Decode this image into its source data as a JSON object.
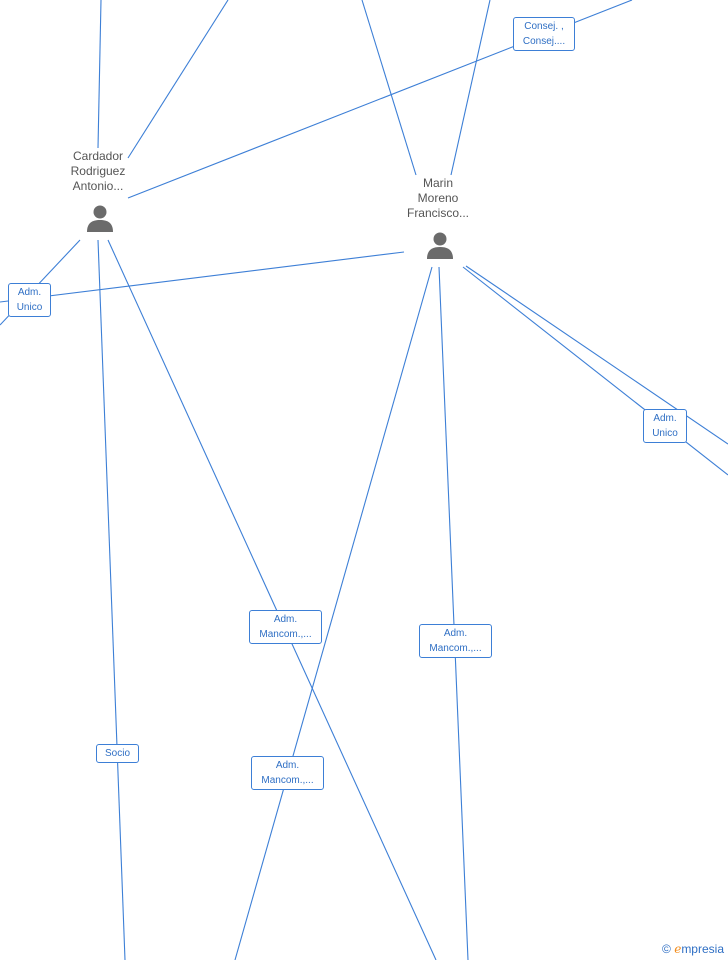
{
  "persons": [
    {
      "name_lines": [
        "Cardador",
        "Rodriguez",
        "Antonio..."
      ]
    },
    {
      "name_lines": [
        "Marin",
        "Moreno",
        "Francisco..."
      ]
    }
  ],
  "labels": {
    "consej": [
      "Consej. ,",
      "Consej...."
    ],
    "adm_unico_left": [
      "Adm.",
      "Unico"
    ],
    "adm_unico_right": [
      "Adm.",
      "Unico"
    ],
    "adm_mancom_1": [
      "Adm.",
      "Mancom.,..."
    ],
    "adm_mancom_2": [
      "Adm.",
      "Mancom.,..."
    ],
    "adm_mancom_3": [
      "Adm.",
      "Mancom.,..."
    ],
    "socio": [
      "Socio"
    ]
  },
  "watermark": {
    "copyright": "©",
    "brand_e": "e",
    "brand_rest": "mpresia"
  },
  "colors": {
    "edge": "#3d7fd6",
    "label_text": "#2f6fc4",
    "person_icon": "#6b6b6b",
    "brand_e": "#f28c1c"
  },
  "icons": {
    "person": "person-icon"
  }
}
